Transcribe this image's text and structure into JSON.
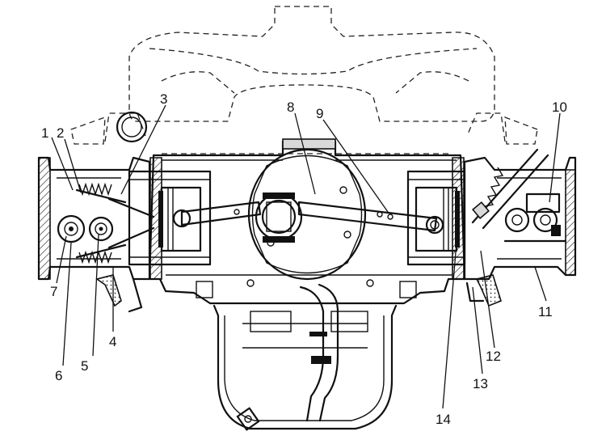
{
  "callouts": [
    {
      "id": "c1",
      "text": "1"
    },
    {
      "id": "c2",
      "text": "2"
    },
    {
      "id": "c3",
      "text": "3"
    },
    {
      "id": "c4",
      "text": "4"
    },
    {
      "id": "c5",
      "text": "5"
    },
    {
      "id": "c6",
      "text": "6"
    },
    {
      "id": "c7",
      "text": "7"
    },
    {
      "id": "c8",
      "text": "8"
    },
    {
      "id": "c9",
      "text": "9"
    },
    {
      "id": "c10",
      "text": "10"
    },
    {
      "id": "c11",
      "text": "11"
    },
    {
      "id": "c12",
      "text": "12"
    },
    {
      "id": "c13",
      "text": "13"
    },
    {
      "id": "c14",
      "text": "14"
    }
  ]
}
